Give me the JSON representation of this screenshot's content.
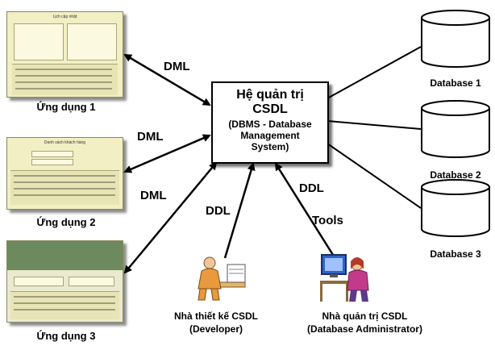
{
  "dbms": {
    "title_line1": "Hệ quản trị",
    "title_line2": "CSDL",
    "subtitle_line1": "(DBMS - Database",
    "subtitle_line2": "Management",
    "subtitle_line3": "System)"
  },
  "applications": [
    {
      "label": "Ứng dụng 1",
      "thumb_title": "Lịch cập nhật",
      "link_label": "DML"
    },
    {
      "label": "Ứng dụng 2",
      "thumb_title": "Danh sách khách hàng",
      "link_label": "DML"
    },
    {
      "label": "Ứng dụng 3",
      "thumb_title": "",
      "link_label": "DML"
    }
  ],
  "databases": [
    {
      "label": "Database 1"
    },
    {
      "label": "Database 2"
    },
    {
      "label": "Database 3"
    }
  ],
  "roles": {
    "developer": {
      "name": "Nhà thiết kế CSDL",
      "sub": "(Developer)",
      "link_label": "DDL"
    },
    "admin": {
      "name": "Nhà quản trị CSDL",
      "sub": "(Database Administrator)",
      "link_label_1": "DDL",
      "link_label_2": "Tools"
    }
  }
}
